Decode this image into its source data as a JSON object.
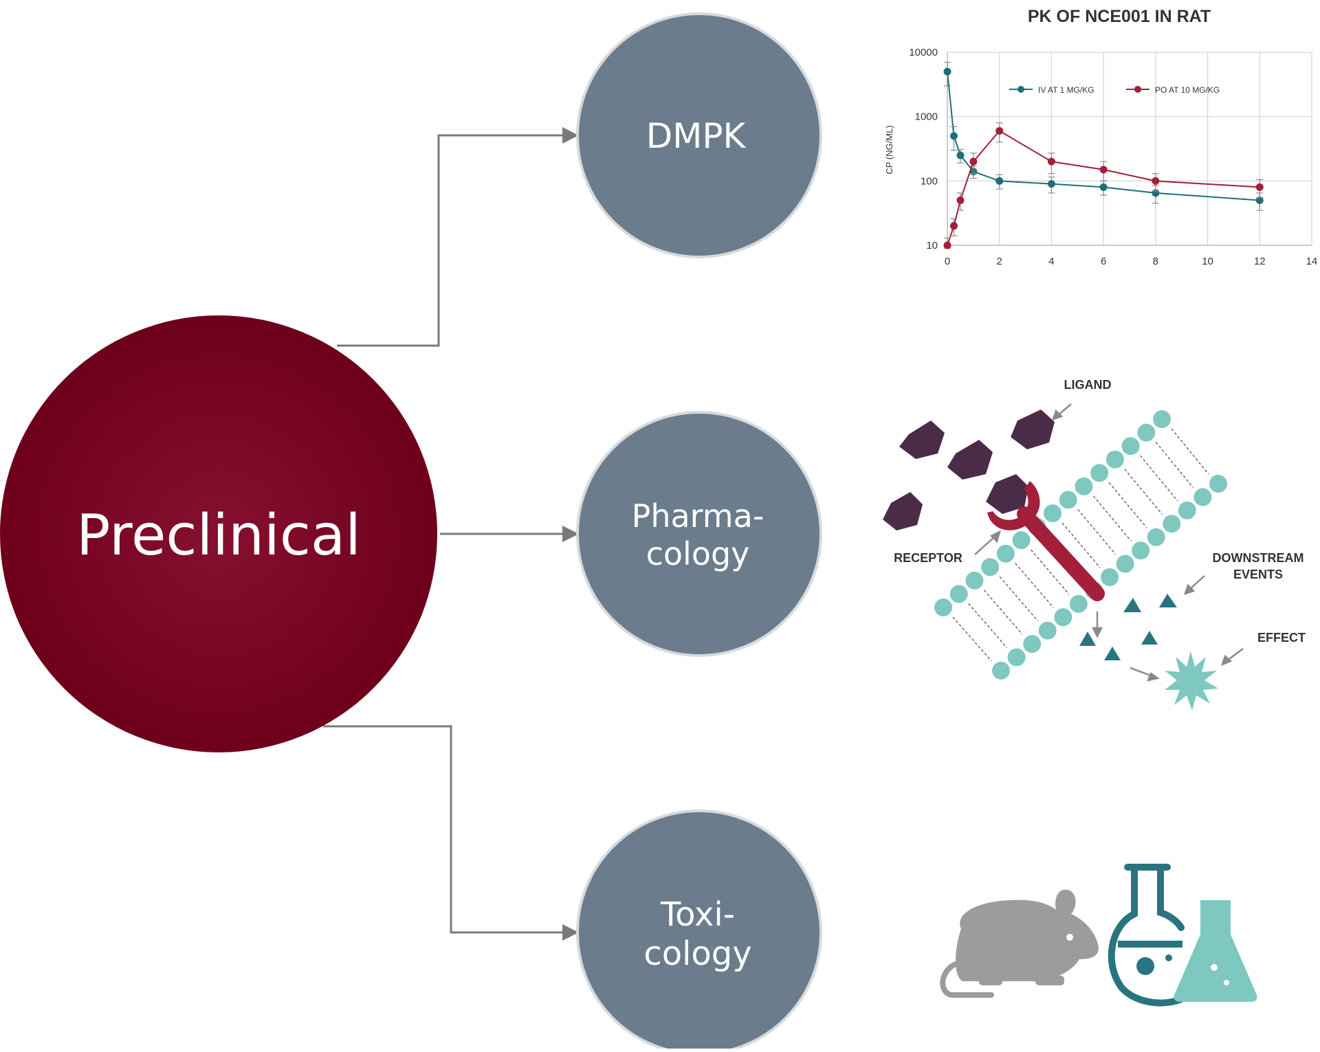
{
  "colors": {
    "root": "#7a0020",
    "node": "#6b7c8c",
    "node_border": "#d6dadd",
    "connector": "#7a7a7a",
    "iv_series": "#1f6f78",
    "po_series": "#a31f3a",
    "hexagon": "#4a2c48",
    "teal_light": "#7ec8bf",
    "teal_dark": "#2a7480",
    "mouse": "#9b9c9d"
  },
  "root": {
    "label": "Preclinical"
  },
  "nodes": [
    {
      "label_lines": [
        "DMPK"
      ]
    },
    {
      "label_lines": [
        "Pharma-",
        "cology"
      ]
    },
    {
      "label_lines": [
        "Toxi-",
        "cology"
      ]
    }
  ],
  "pathway": {
    "ligand": "LIGAND",
    "receptor": "RECEPTOR",
    "downstream_lines": [
      "DOWNSTREAM",
      "EVENTS"
    ],
    "effect": "EFFECT"
  },
  "toxicology_icons": [
    "mouse-icon",
    "flask-icon"
  ],
  "chart_data": {
    "type": "line",
    "title": "PK OF NCE001 IN RAT",
    "ylabel": "CP (NG/ML)",
    "xlabel": "",
    "y_scale": "log",
    "ylim": [
      10,
      10000
    ],
    "xlim": [
      0,
      14
    ],
    "x_ticks": [
      0,
      2,
      4,
      6,
      8,
      10,
      12,
      14
    ],
    "y_ticks": [
      10,
      100,
      1000,
      10000
    ],
    "grid": true,
    "legend_position": "top",
    "series": [
      {
        "name": "IV AT 1 MG/KG",
        "color": "#1f6f78",
        "x": [
          0,
          0.25,
          0.5,
          1,
          2,
          4,
          6,
          8,
          12
        ],
        "y": [
          5000,
          500,
          250,
          140,
          100,
          90,
          80,
          65,
          50
        ],
        "err": [
          2000,
          200,
          60,
          30,
          25,
          25,
          20,
          20,
          15
        ]
      },
      {
        "name": "PO AT 10 MG/KG",
        "color": "#a31f3a",
        "x": [
          0,
          0.25,
          0.5,
          1,
          2,
          4,
          6,
          8,
          12
        ],
        "y": [
          10,
          20,
          50,
          200,
          600,
          200,
          150,
          100,
          80
        ],
        "err": [
          3,
          6,
          15,
          70,
          200,
          70,
          50,
          30,
          25
        ]
      }
    ]
  }
}
